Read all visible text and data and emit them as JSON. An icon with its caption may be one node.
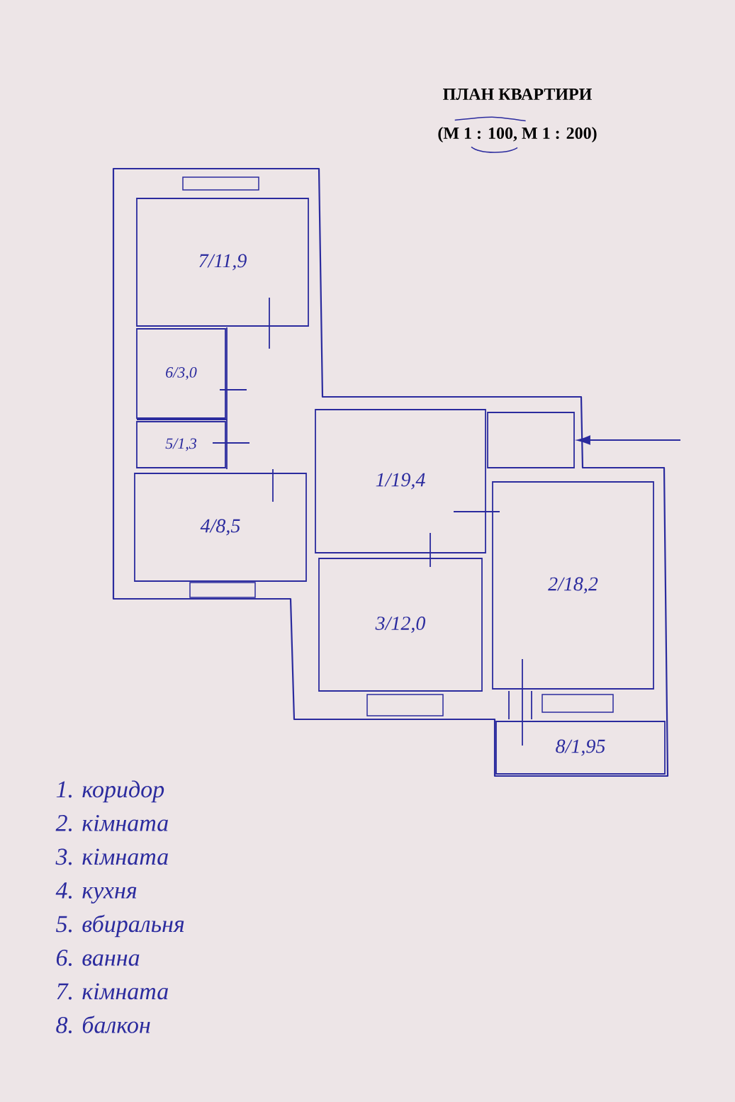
{
  "diagram": {
    "title": "ПЛАН КВАРТИРИ",
    "nodes": [
      {
        "text": [
          "7/11,9"
        ]
      },
      {
        "text": [
          "6/3,0"
        ]
      },
      {
        "text": [
          "1/19,4"
        ]
      },
      {
        "text": [],
        "shape": "box"
      },
      {
        "text": [
          "5/1,3"
        ]
      },
      {
        "text": [
          "4/8,5"
        ]
      },
      {
        "text": [
          "2/18,2"
        ]
      },
      {
        "text": [
          "3/12,0"
        ]
      },
      {
        "text": [
          "8/1,95"
        ]
      }
    ],
    "edges": [
      {
        "from": null,
        "to": 3,
        "arrow": "to"
      }
    ],
    "labels": [
      "(М 1 : 100, М 1 : 200)",
      "1. коридор",
      "2. кімната",
      "3. кімната",
      "4. кухня",
      "5. вбиральня",
      "6. ванна",
      "7. кімната",
      "8. балкон"
    ]
  }
}
